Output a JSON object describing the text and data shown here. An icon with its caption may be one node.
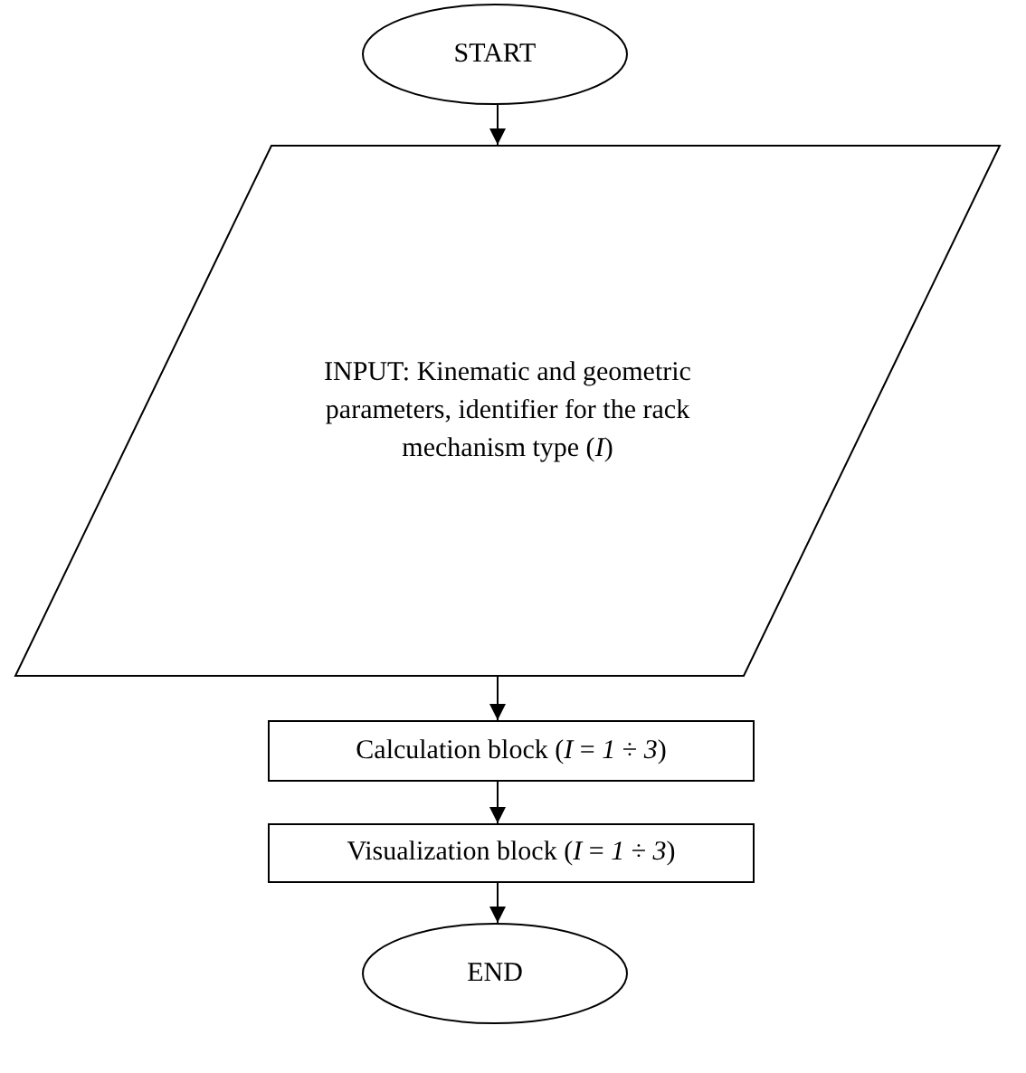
{
  "diagram": {
    "nodes": [
      {
        "text": [
          "START"
        ]
      },
      {
        "text": [
          "INPUT: Kinematic and geometric parameters, identifier for the rack mechanism type (*I*)"
        ]
      },
      {
        "text": [
          "Calculation block (*I* = *1* ÷ *3*)"
        ]
      },
      {
        "text": [
          "Visualization block (*I* = *1* ÷ *3*)"
        ]
      },
      {
        "text": [
          "END"
        ]
      }
    ],
    "edges": [
      {
        "from": 0,
        "to": 1,
        "arrow": "to"
      },
      {
        "from": 1,
        "to": 2,
        "arrow": "to"
      },
      {
        "from": 2,
        "to": 3,
        "arrow": "to"
      },
      {
        "from": 3,
        "to": 4,
        "arrow": "to"
      }
    ]
  }
}
